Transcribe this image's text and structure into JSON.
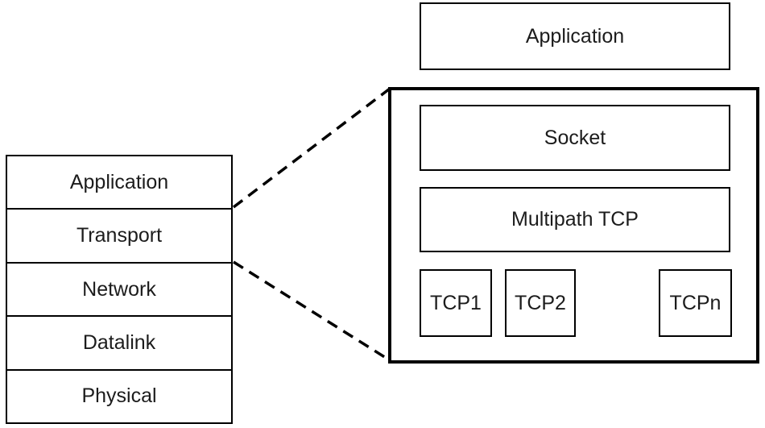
{
  "diagram": {
    "left_stack": {
      "layers": [
        "Application",
        "Transport",
        "Network",
        "Datalink",
        "Physical"
      ]
    },
    "right_detail": {
      "application_label": "Application",
      "socket_label": "Socket",
      "mptcp_label": "Multipath TCP",
      "tcp_labels": [
        "TCP1",
        "TCP2",
        "TCPn"
      ]
    },
    "colors": {
      "line": "#000000",
      "text": "#1c1c1c",
      "background": "#ffffff"
    }
  }
}
